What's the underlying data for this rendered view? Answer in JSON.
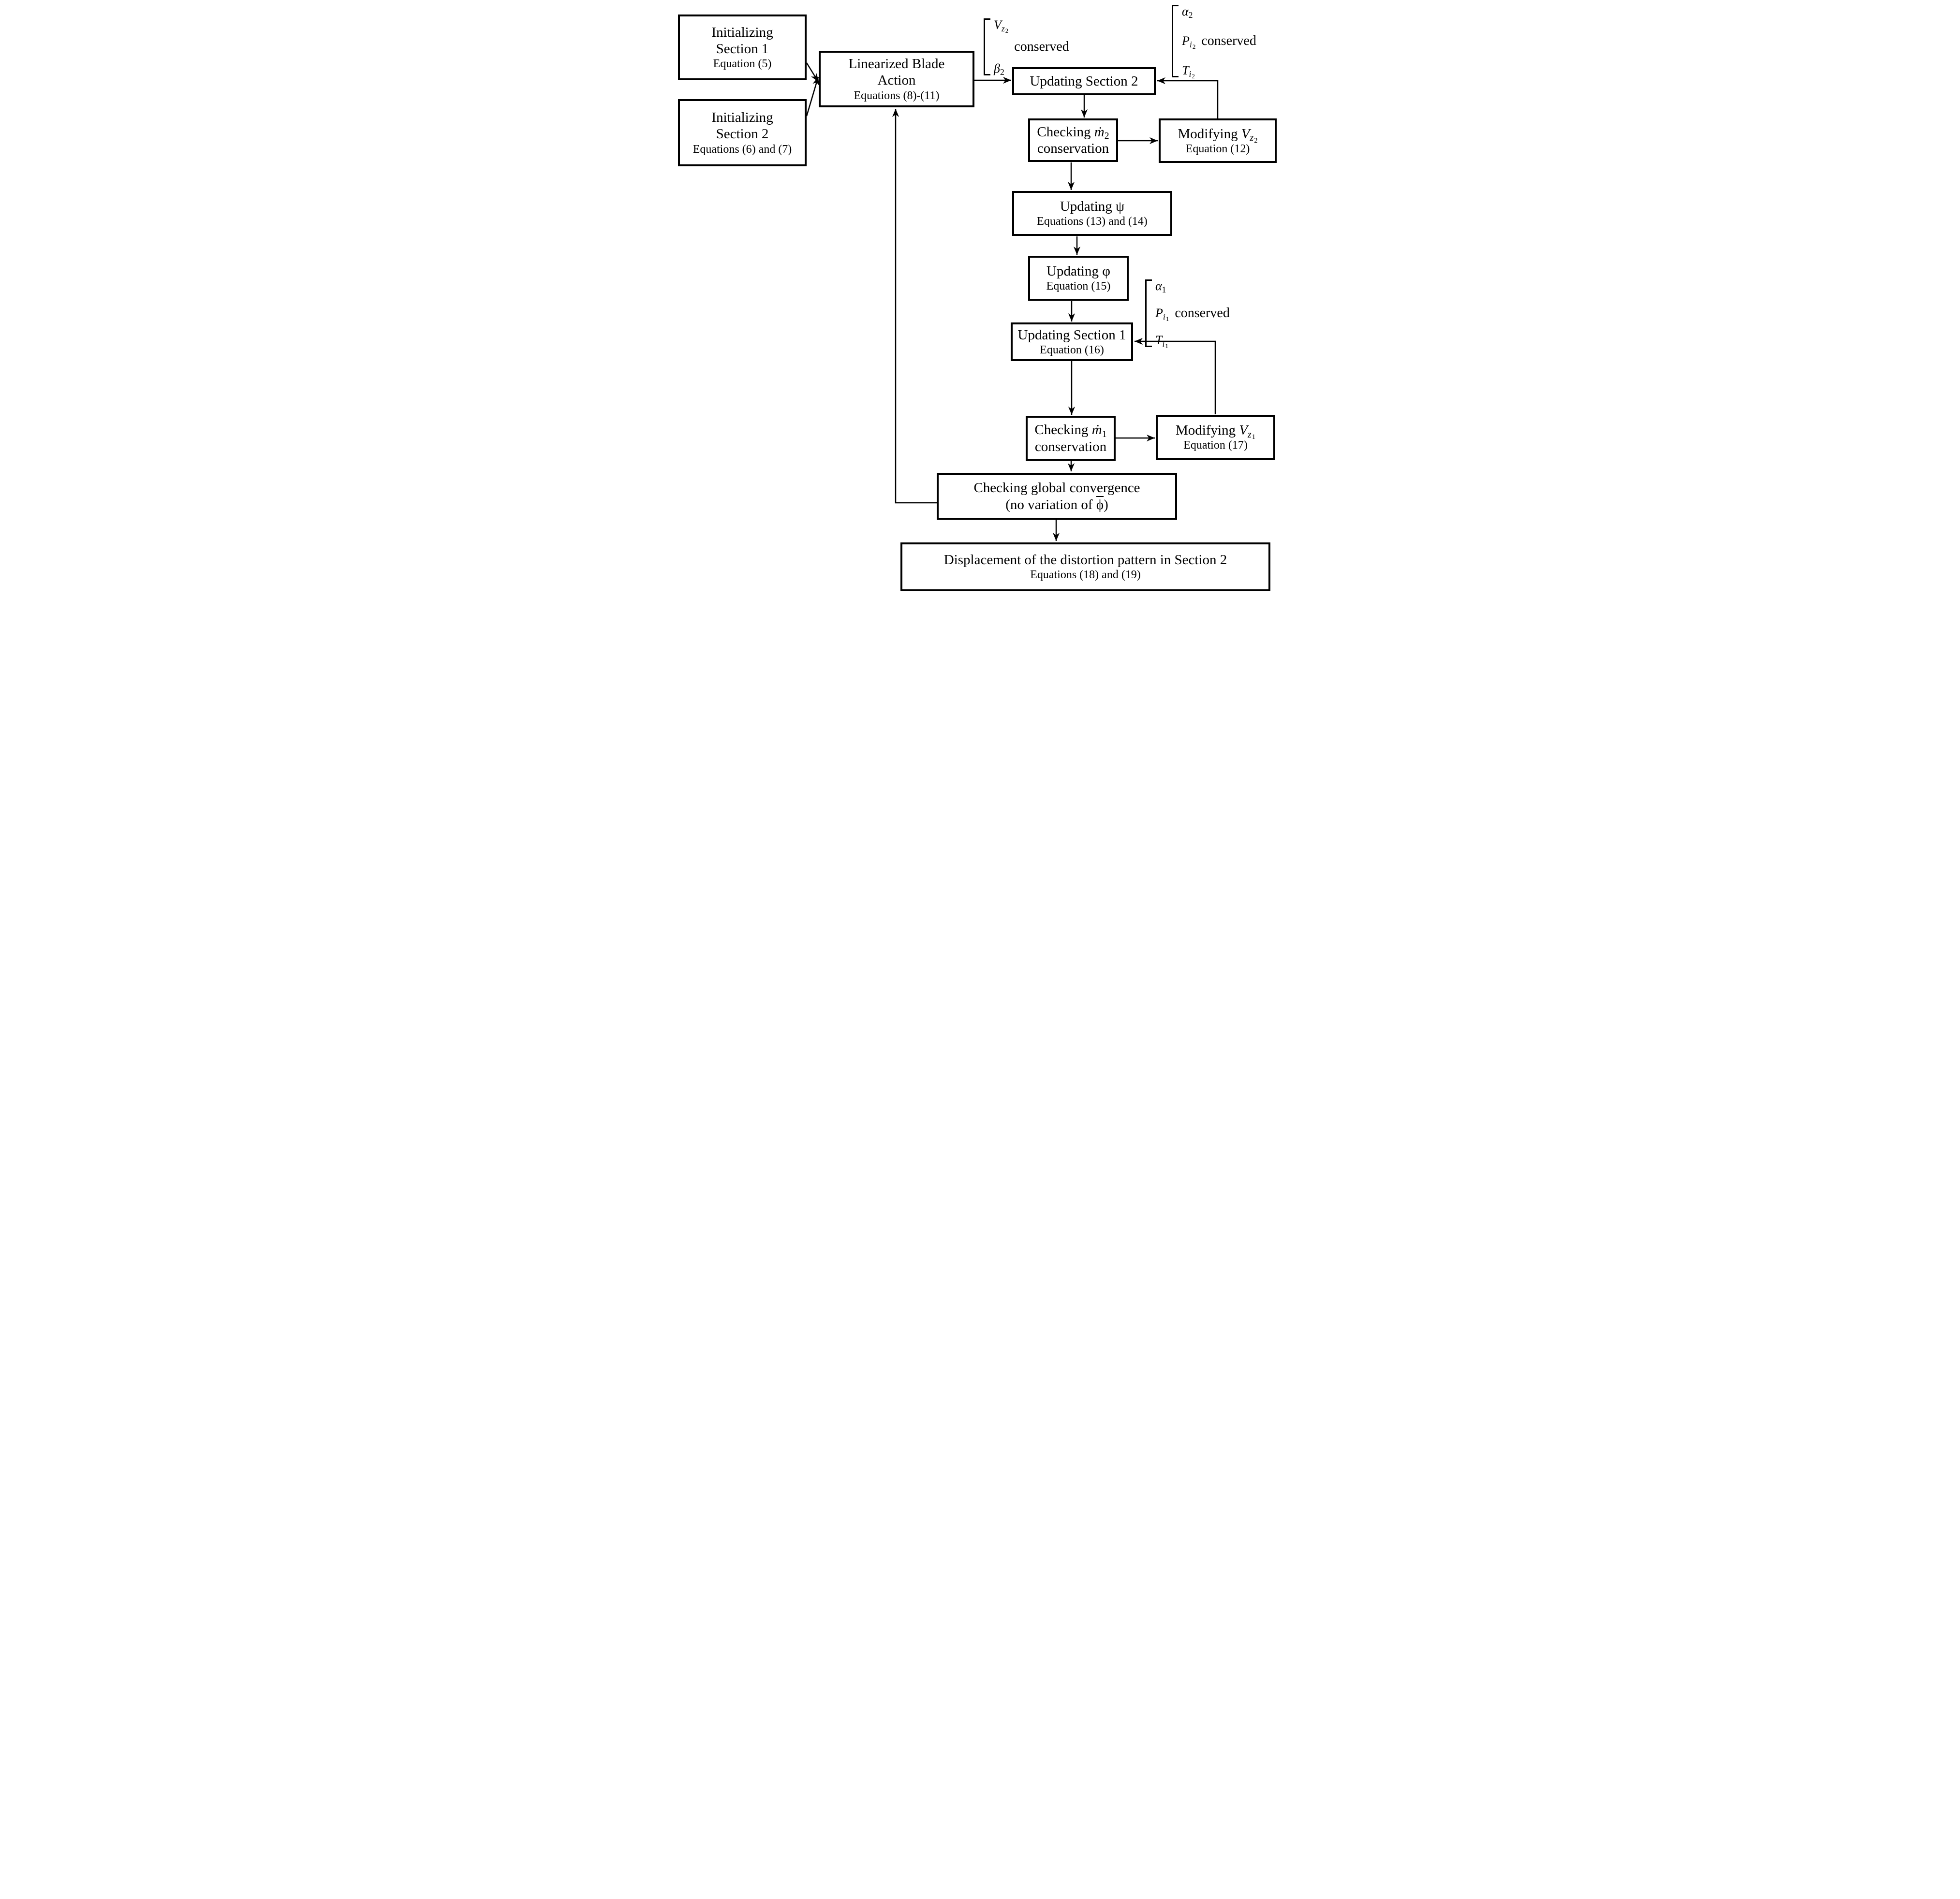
{
  "figure": {
    "colors": {
      "line": "#000000",
      "background": "#ffffff"
    },
    "boxes": {
      "init_section_1": {
        "lines": [
          "Initializing",
          "Section 1"
        ],
        "sub": "Equation (5)"
      },
      "init_section_2": {
        "lines": [
          "Initializing",
          "Section 2"
        ],
        "sub": "Equations (6) and (7)"
      },
      "linearized_blade_action": {
        "lines": [
          "Linearized Blade",
          "Action"
        ],
        "sub": "Equations (8)-(11)"
      },
      "updating_section_2": {
        "title": "Updating Section 2"
      },
      "checking_m2": {
        "prefix": "Checking ",
        "math": {
          "base": "ṁ",
          "sub": "2"
        },
        "line2": "conservation"
      },
      "modifying_vz2": {
        "prefix": "Modifying ",
        "math": {
          "base": "V",
          "sub": "z",
          "subsub": "2"
        },
        "sub": "Equation (12)"
      },
      "updating_psi": {
        "prefix": "Updating ",
        "math": {
          "base": "ψ"
        },
        "sub": "Equations (13) and (14)"
      },
      "updating_phi": {
        "prefix": "Updating ",
        "math": {
          "base": "φ"
        },
        "sub": "Equation (15)"
      },
      "updating_section_1": {
        "title": "Updating Section 1",
        "sub": "Equation (16)"
      },
      "checking_m1": {
        "prefix": "Checking ",
        "math": {
          "base": "ṁ",
          "sub": "1"
        },
        "line2": "conservation"
      },
      "modifying_vz1": {
        "prefix": "Modifying ",
        "math": {
          "base": "V",
          "sub": "z",
          "subsub": "1"
        },
        "sub": "Equation (17)"
      },
      "global_convergence": {
        "title": "Checking global convergence",
        "note_prefix": "(no variation of ",
        "note_math": "ϕ",
        "note_suffix": ")"
      },
      "displacement": {
        "title": "Displacement of the distortion pattern in Section 2",
        "sub": "Equations (18) and (19)"
      }
    },
    "annotations": {
      "conserved_inlet2": {
        "items": [
          {
            "base": "V",
            "sub": "z",
            "subsub": "2"
          },
          {
            "base": "β",
            "sub": "2"
          }
        ],
        "label": "conserved"
      },
      "conserved_station2": {
        "items": [
          {
            "base": "α",
            "sub": "2"
          },
          {
            "base": "P",
            "sub": "i",
            "subsub": "2"
          },
          {
            "base": "T",
            "sub": "i",
            "subsub": "2"
          }
        ],
        "label": "conserved"
      },
      "conserved_station1": {
        "items": [
          {
            "base": "α",
            "sub": "1"
          },
          {
            "base": "P",
            "sub": "i",
            "subsub": "1"
          },
          {
            "base": "T",
            "sub": "i",
            "subsub": "1"
          }
        ],
        "label": "conserved"
      }
    }
  }
}
